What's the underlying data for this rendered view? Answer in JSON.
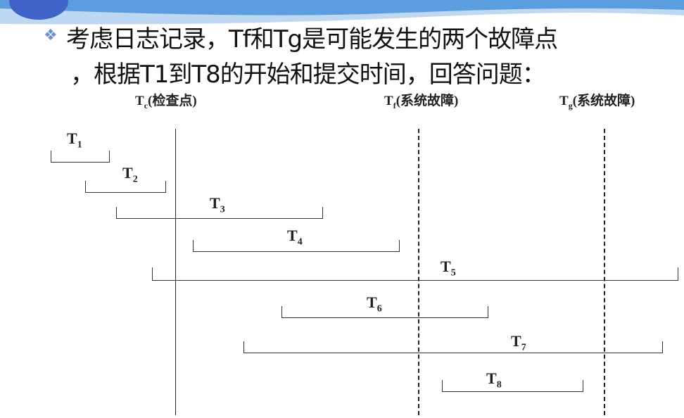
{
  "slide": {
    "bullet_icon": "diamond-bullet-icon",
    "title_line1": "考虑日志记录，Tf和Tg是可能发生的两个故障点",
    "title_line2": "，根据T1到T8的开始和提交时间，回答问题："
  },
  "markers": [
    {
      "name": "T",
      "sub": "c",
      "desc": "(检查点)"
    },
    {
      "name": "T",
      "sub": "f",
      "desc": "(系统故障)"
    },
    {
      "name": "T",
      "sub": "g",
      "desc": "(系统故障)"
    }
  ],
  "transactions": [
    {
      "name": "T",
      "sub": "1"
    },
    {
      "name": "T",
      "sub": "2"
    },
    {
      "name": "T",
      "sub": "3"
    },
    {
      "name": "T",
      "sub": "4"
    },
    {
      "name": "T",
      "sub": "5"
    },
    {
      "name": "T",
      "sub": "6"
    },
    {
      "name": "T",
      "sub": "7"
    },
    {
      "name": "T",
      "sub": "8"
    }
  ],
  "colors": {
    "wave": "#5b9ee0",
    "wave_light": "#bcd8f2",
    "circle": "#3f63c8"
  }
}
